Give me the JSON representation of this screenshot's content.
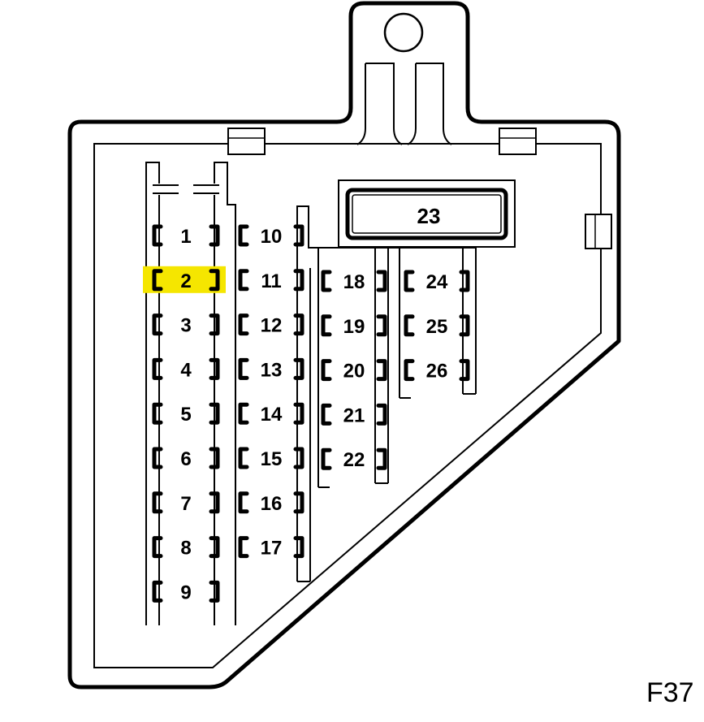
{
  "diagram": {
    "figure_id": "F37",
    "highlight_color": "#f5e600",
    "highlighted_fuse": "2",
    "relay_label": "23",
    "columns": [
      {
        "fuses": [
          "1",
          "2",
          "3",
          "4",
          "5",
          "6",
          "7",
          "8",
          "9"
        ]
      },
      {
        "fuses": [
          "10",
          "11",
          "12",
          "13",
          "14",
          "15",
          "16",
          "17"
        ]
      },
      {
        "fuses": [
          "18",
          "19",
          "20",
          "21",
          "22"
        ]
      },
      {
        "fuses": [
          "24",
          "25",
          "26"
        ]
      }
    ]
  }
}
